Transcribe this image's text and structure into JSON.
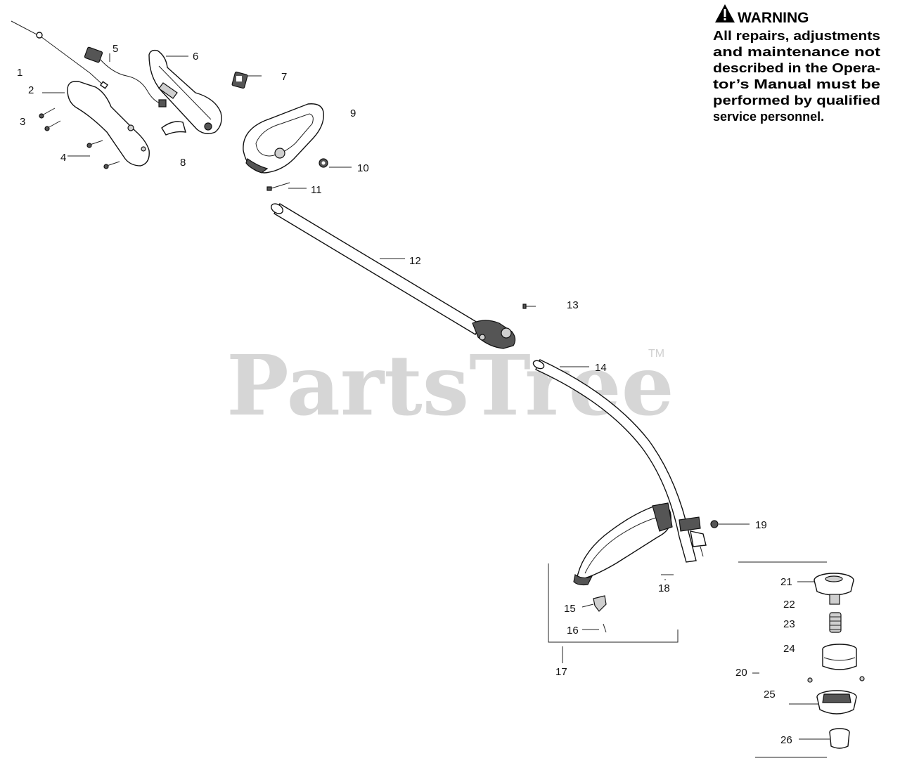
{
  "watermark": {
    "text": "PartsTree",
    "trademark": "TM"
  },
  "warning": {
    "title": "WARNING",
    "lines": [
      "All repairs, adjustments",
      "and maintenance not",
      "described in the Opera-",
      "tor’s Manual must be",
      "performed by qualified",
      "service personnel."
    ]
  },
  "part_labels": [
    "1",
    "2",
    "3",
    "4",
    "5",
    "6",
    "7",
    "8",
    "9",
    "10",
    "11",
    "12",
    "13",
    "14",
    "15",
    "16",
    "17",
    "18",
    "19",
    "20",
    "21",
    "22",
    "23",
    "24",
    "25",
    "26"
  ]
}
